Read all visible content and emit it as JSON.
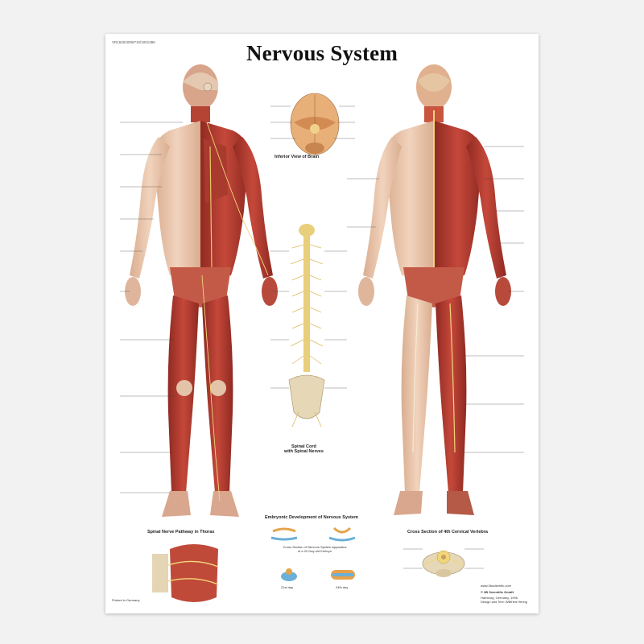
{
  "poster": {
    "code": "VR1620/4006710/1001386",
    "title": "Nervous System",
    "captions": {
      "brain": "Inferior View of Brain",
      "spinal_cord": "Spinal Cord\nwith Spinal Nerves",
      "thorax": "Spinal Nerve Pathway in Thorax",
      "embryonic": "Embryonic Development of Nervous System",
      "vertebra": "Cross Section of 4th Cervical Vertebra"
    },
    "embryo_text": {
      "intro": "Cross Section of Nervous System Apparatus\nof a 20 Day-old Embryo",
      "day21": "21st day",
      "day24": "24th day"
    },
    "printed": "Printed in Germany",
    "publisher": "© 3B Scientific GmbH",
    "publisher_sub": "Hamburg, Germany, 1996\nDesign and Text: Willfried Hering",
    "web": "www.3bscientific.com"
  },
  "colors": {
    "muscle": "#b9382c",
    "skin": "#e9c3a6",
    "nerve": "#f1d67a",
    "bone": "#e6d8b6"
  }
}
